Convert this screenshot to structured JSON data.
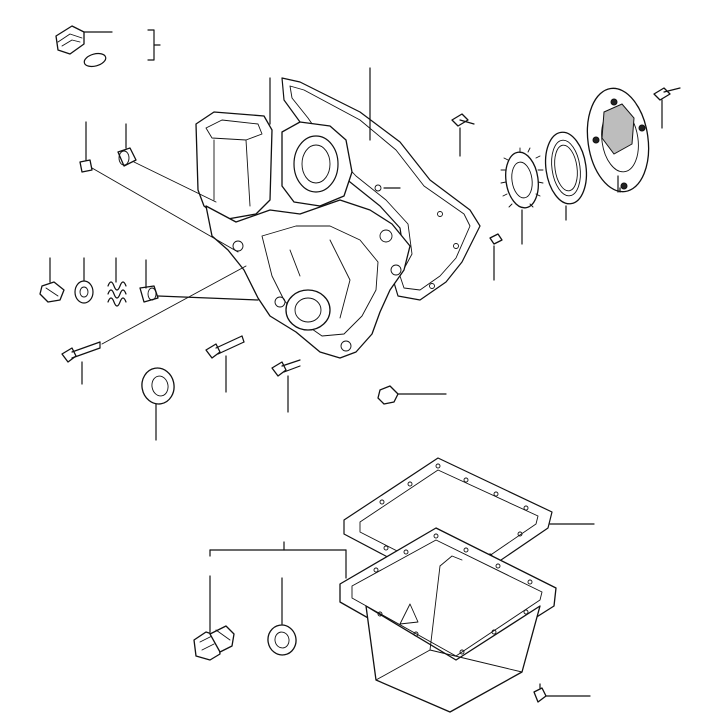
{
  "diagram": {
    "colors": {
      "line": "#111111",
      "background": "#ffffff",
      "shade": "#bdbdbd"
    },
    "parts": [
      {
        "id": "oil-filler-cap",
        "icon": "cap-icon"
      },
      {
        "id": "o-ring",
        "icon": "ring-icon"
      },
      {
        "id": "gear-case-gasket",
        "icon": "gasket-icon"
      },
      {
        "id": "gear-case",
        "icon": "housing-icon"
      },
      {
        "id": "bolt-a",
        "icon": "bolt-icon"
      },
      {
        "id": "bolt-b",
        "icon": "bolt-icon"
      },
      {
        "id": "bolt-c",
        "icon": "bolt-icon"
      },
      {
        "id": "idler-gear",
        "icon": "gear-icon"
      },
      {
        "id": "bearing-ring",
        "icon": "ring-icon"
      },
      {
        "id": "oil-pump-cover",
        "icon": "cover-icon"
      },
      {
        "id": "dowel-pin",
        "icon": "pin-icon"
      },
      {
        "id": "sleeve",
        "icon": "sleeve-icon"
      },
      {
        "id": "relief-valve-plug",
        "icon": "plug-icon"
      },
      {
        "id": "washer",
        "icon": "washer-icon"
      },
      {
        "id": "spring",
        "icon": "spring-icon"
      },
      {
        "id": "relief-valve",
        "icon": "valve-icon"
      },
      {
        "id": "long-bolt",
        "icon": "bolt-icon"
      },
      {
        "id": "bolt-d",
        "icon": "bolt-icon"
      },
      {
        "id": "bolt-e",
        "icon": "bolt-icon"
      },
      {
        "id": "oil-seal",
        "icon": "seal-icon"
      },
      {
        "id": "plug",
        "icon": "plug-icon"
      },
      {
        "id": "oil-pan-gasket",
        "icon": "gasket-icon"
      },
      {
        "id": "oil-pan",
        "icon": "pan-icon"
      },
      {
        "id": "drain-plug",
        "icon": "plug-icon"
      },
      {
        "id": "drain-washer",
        "icon": "washer-icon"
      },
      {
        "id": "pan-bolt",
        "icon": "bolt-icon"
      }
    ]
  }
}
